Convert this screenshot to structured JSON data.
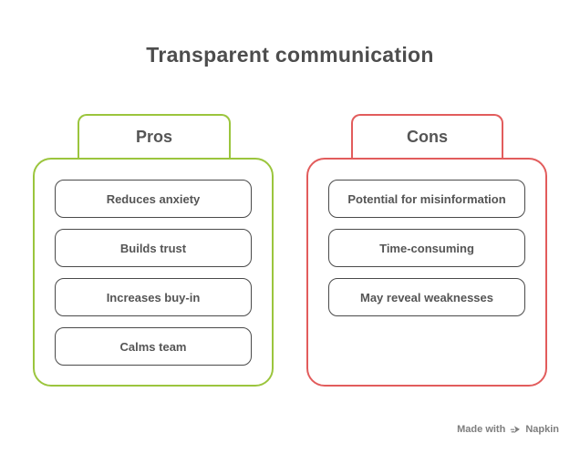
{
  "title": "Transparent communication",
  "colors": {
    "background": "#ffffff",
    "pros_accent": "#9bc53d",
    "cons_accent": "#e25c5c",
    "item_border": "#4a4a4a",
    "item_text": "#555555",
    "title_text": "#4d4d4d",
    "watermark_text": "#7e7e7e"
  },
  "columns": [
    {
      "id": "pros",
      "label": "Pros",
      "items": [
        "Reduces anxiety",
        "Builds trust",
        "Increases buy-in",
        "Calms team"
      ]
    },
    {
      "id": "cons",
      "label": "Cons",
      "items": [
        "Potential for misinformation",
        "Time-consuming",
        "May reveal weaknesses"
      ]
    }
  ],
  "watermark": {
    "prefix": "Made with",
    "brand": "Napkin",
    "logo_icon": "napkin-pen-icon"
  }
}
